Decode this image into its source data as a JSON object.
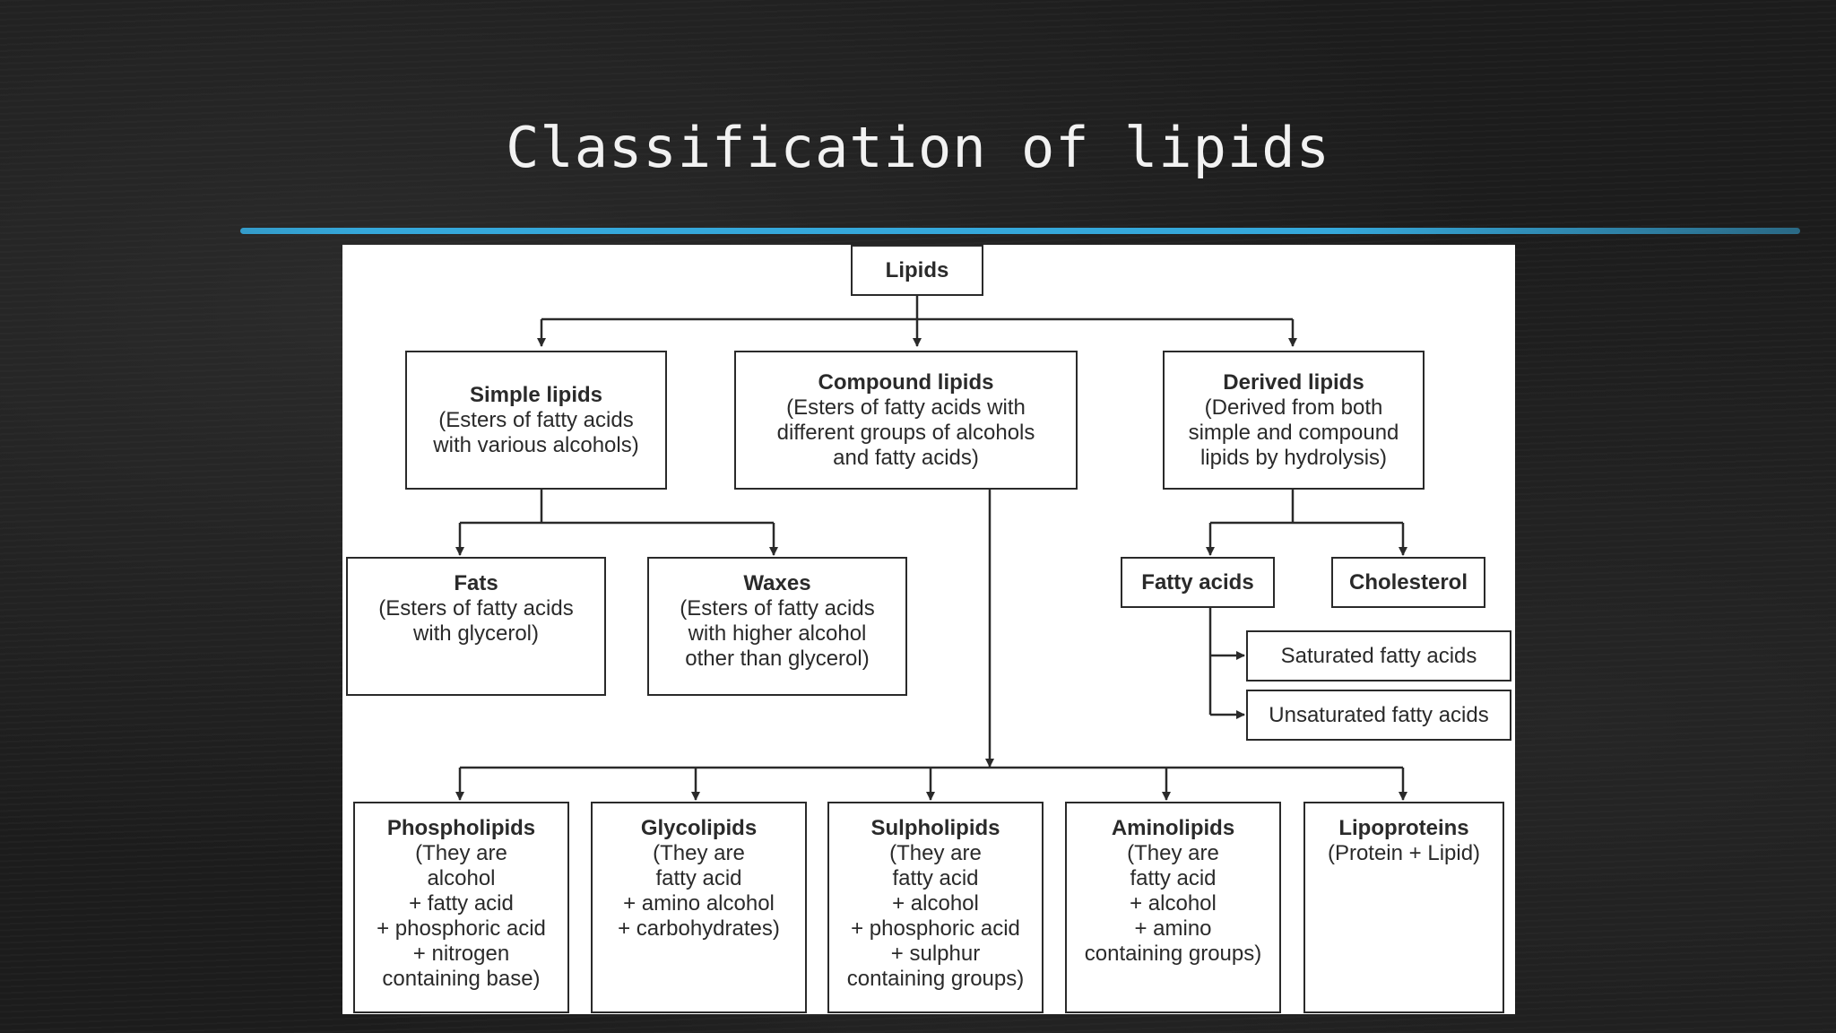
{
  "slide": {
    "title": "Classification of lipids",
    "accent_color": "#35a8db"
  },
  "diagram": {
    "root": {
      "title": "Lipids"
    },
    "simple": {
      "title": "Simple lipids",
      "desc": "(Esters of fatty acids\nwith various alcohols)"
    },
    "compound": {
      "title": "Compound lipids",
      "desc": "(Esters of fatty acids with\ndifferent groups of alcohols\nand fatty acids)"
    },
    "derived": {
      "title": "Derived lipids",
      "desc": "(Derived from both\nsimple and compound\nlipids by hydrolysis)"
    },
    "fats": {
      "title": "Fats",
      "desc": "(Esters of fatty acids\nwith glycerol)"
    },
    "waxes": {
      "title": "Waxes",
      "desc": "(Esters of fatty acids\nwith higher alcohol\nother than glycerol)"
    },
    "fatty_acids": {
      "title": "Fatty acids"
    },
    "cholesterol": {
      "title": "Cholesterol"
    },
    "saturated": {
      "title": "Saturated fatty acids"
    },
    "unsaturated": {
      "title": "Unsaturated fatty acids"
    },
    "phospholipids": {
      "title": "Phospholipids",
      "desc": "(They are\nalcohol\n+ fatty acid\n+ phosphoric acid\n+ nitrogen\ncontaining base)"
    },
    "glycolipids": {
      "title": "Glycolipids",
      "desc": "(They are\nfatty acid\n+ amino alcohol\n+ carbohydrates)"
    },
    "sulpholipids": {
      "title": "Sulpholipids",
      "desc": "(They are\nfatty acid\n+ alcohol\n+ phosphoric acid\n+ sulphur\ncontaining groups)"
    },
    "aminolipids": {
      "title": "Aminolipids",
      "desc": "(They are\nfatty acid\n+ alcohol\n+ amino\ncontaining groups)"
    },
    "lipoproteins": {
      "title": "Lipoproteins",
      "desc": "(Protein + Lipid)"
    }
  }
}
